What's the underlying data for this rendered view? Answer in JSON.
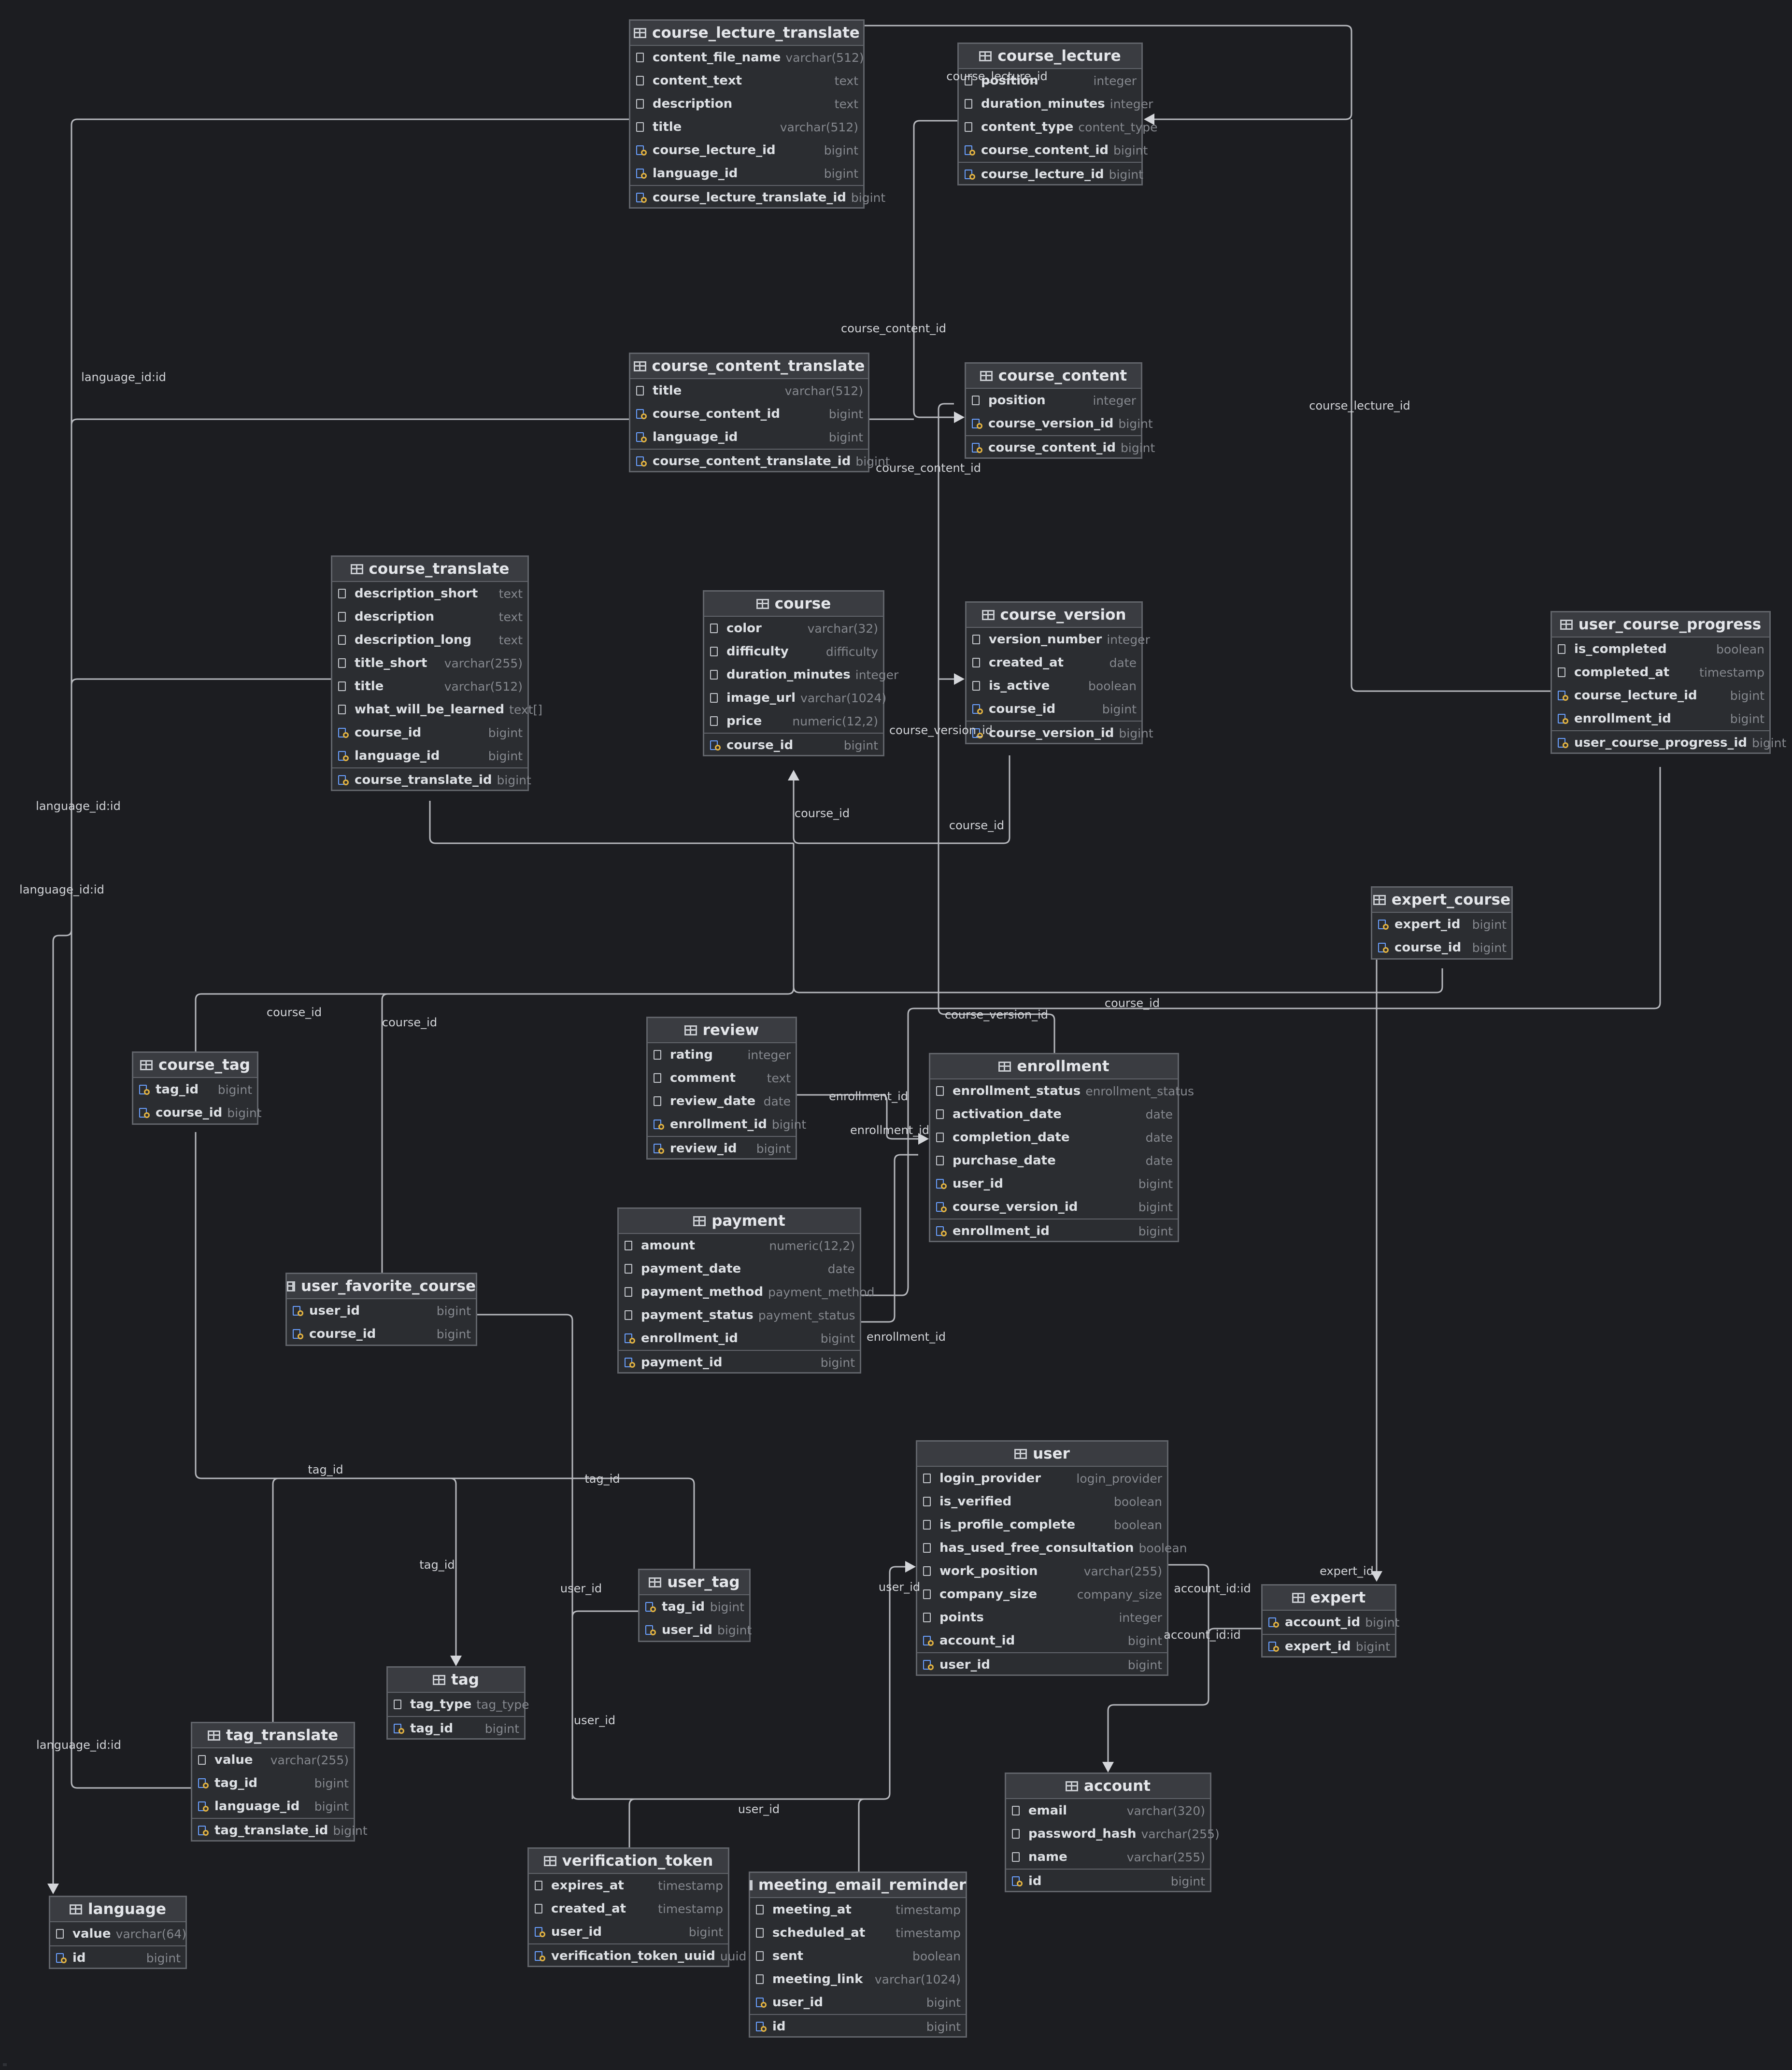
{
  "diagram": {
    "tables": [
      {
        "name": "course_lecture_translate",
        "columns": [
          {
            "name": "content_file_name",
            "type": "varchar(512)",
            "key": ""
          },
          {
            "name": "content_text",
            "type": "text",
            "key": ""
          },
          {
            "name": "description",
            "type": "text",
            "key": ""
          },
          {
            "name": "title",
            "type": "varchar(512)",
            "key": ""
          },
          {
            "name": "course_lecture_id",
            "type": "bigint",
            "key": "fk"
          },
          {
            "name": "language_id",
            "type": "bigint",
            "key": "fk"
          },
          {
            "name": "course_lecture_translate_id",
            "type": "bigint",
            "key": "pk"
          }
        ]
      },
      {
        "name": "course_lecture",
        "columns": [
          {
            "name": "position",
            "type": "integer",
            "key": ""
          },
          {
            "name": "duration_minutes",
            "type": "integer",
            "key": ""
          },
          {
            "name": "content_type",
            "type": "content_type",
            "key": ""
          },
          {
            "name": "course_content_id",
            "type": "bigint",
            "key": "fk"
          },
          {
            "name": "course_lecture_id",
            "type": "bigint",
            "key": "pk"
          }
        ]
      },
      {
        "name": "course_content_translate",
        "columns": [
          {
            "name": "title",
            "type": "varchar(512)",
            "key": ""
          },
          {
            "name": "course_content_id",
            "type": "bigint",
            "key": "fk"
          },
          {
            "name": "language_id",
            "type": "bigint",
            "key": "fk"
          },
          {
            "name": "course_content_translate_id",
            "type": "bigint",
            "key": "pk"
          }
        ]
      },
      {
        "name": "course_content",
        "columns": [
          {
            "name": "position",
            "type": "integer",
            "key": ""
          },
          {
            "name": "course_version_id",
            "type": "bigint",
            "key": "fk"
          },
          {
            "name": "course_content_id",
            "type": "bigint",
            "key": "pk"
          }
        ]
      },
      {
        "name": "course_translate",
        "columns": [
          {
            "name": "description_short",
            "type": "text",
            "key": ""
          },
          {
            "name": "description",
            "type": "text",
            "key": ""
          },
          {
            "name": "description_long",
            "type": "text",
            "key": ""
          },
          {
            "name": "title_short",
            "type": "varchar(255)",
            "key": ""
          },
          {
            "name": "title",
            "type": "varchar(512)",
            "key": ""
          },
          {
            "name": "what_will_be_learned",
            "type": "text[]",
            "key": ""
          },
          {
            "name": "course_id",
            "type": "bigint",
            "key": "fk"
          },
          {
            "name": "language_id",
            "type": "bigint",
            "key": "fk"
          },
          {
            "name": "course_translate_id",
            "type": "bigint",
            "key": "pk"
          }
        ]
      },
      {
        "name": "course",
        "columns": [
          {
            "name": "color",
            "type": "varchar(32)",
            "key": ""
          },
          {
            "name": "difficulty",
            "type": "difficulty",
            "key": ""
          },
          {
            "name": "duration_minutes",
            "type": "integer",
            "key": ""
          },
          {
            "name": "image_url",
            "type": "varchar(1024)",
            "key": ""
          },
          {
            "name": "price",
            "type": "numeric(12,2)",
            "key": ""
          },
          {
            "name": "course_id",
            "type": "bigint",
            "key": "pk"
          }
        ]
      },
      {
        "name": "course_version",
        "columns": [
          {
            "name": "version_number",
            "type": "integer",
            "key": ""
          },
          {
            "name": "created_at",
            "type": "date",
            "key": ""
          },
          {
            "name": "is_active",
            "type": "boolean",
            "key": ""
          },
          {
            "name": "course_id",
            "type": "bigint",
            "key": "fk"
          },
          {
            "name": "course_version_id",
            "type": "bigint",
            "key": "pk"
          }
        ]
      },
      {
        "name": "user_course_progress",
        "columns": [
          {
            "name": "is_completed",
            "type": "boolean",
            "key": ""
          },
          {
            "name": "completed_at",
            "type": "timestamp",
            "key": ""
          },
          {
            "name": "course_lecture_id",
            "type": "bigint",
            "key": "fk"
          },
          {
            "name": "enrollment_id",
            "type": "bigint",
            "key": "fk"
          },
          {
            "name": "user_course_progress_id",
            "type": "bigint",
            "key": "pk"
          }
        ]
      },
      {
        "name": "expert_course",
        "columns": [
          {
            "name": "expert_id",
            "type": "bigint",
            "key": "fk"
          },
          {
            "name": "course_id",
            "type": "bigint",
            "key": "fk"
          }
        ]
      },
      {
        "name": "course_tag",
        "columns": [
          {
            "name": "tag_id",
            "type": "bigint",
            "key": "fk"
          },
          {
            "name": "course_id",
            "type": "bigint",
            "key": "fk"
          }
        ]
      },
      {
        "name": "review",
        "columns": [
          {
            "name": "rating",
            "type": "integer",
            "key": ""
          },
          {
            "name": "comment",
            "type": "text",
            "key": ""
          },
          {
            "name": "review_date",
            "type": "date",
            "key": ""
          },
          {
            "name": "enrollment_id",
            "type": "bigint",
            "key": "fk"
          },
          {
            "name": "review_id",
            "type": "bigint",
            "key": "pk"
          }
        ]
      },
      {
        "name": "enrollment",
        "columns": [
          {
            "name": "enrollment_status",
            "type": "enrollment_status",
            "key": ""
          },
          {
            "name": "activation_date",
            "type": "date",
            "key": ""
          },
          {
            "name": "completion_date",
            "type": "date",
            "key": ""
          },
          {
            "name": "purchase_date",
            "type": "date",
            "key": ""
          },
          {
            "name": "user_id",
            "type": "bigint",
            "key": "fk"
          },
          {
            "name": "course_version_id",
            "type": "bigint",
            "key": "fk"
          },
          {
            "name": "enrollment_id",
            "type": "bigint",
            "key": "pk"
          }
        ]
      },
      {
        "name": "payment",
        "columns": [
          {
            "name": "amount",
            "type": "numeric(12,2)",
            "key": ""
          },
          {
            "name": "payment_date",
            "type": "date",
            "key": ""
          },
          {
            "name": "payment_method",
            "type": "payment_method",
            "key": ""
          },
          {
            "name": "payment_status",
            "type": "payment_status",
            "key": ""
          },
          {
            "name": "enrollment_id",
            "type": "bigint",
            "key": "fk"
          },
          {
            "name": "payment_id",
            "type": "bigint",
            "key": "pk"
          }
        ]
      },
      {
        "name": "user_favorite_course",
        "columns": [
          {
            "name": "user_id",
            "type": "bigint",
            "key": "fk"
          },
          {
            "name": "course_id",
            "type": "bigint",
            "key": "fk"
          }
        ]
      },
      {
        "name": "user",
        "columns": [
          {
            "name": "login_provider",
            "type": "login_provider",
            "key": ""
          },
          {
            "name": "is_verified",
            "type": "boolean",
            "key": ""
          },
          {
            "name": "is_profile_complete",
            "type": "boolean",
            "key": ""
          },
          {
            "name": "has_used_free_consultation",
            "type": "boolean",
            "key": ""
          },
          {
            "name": "work_position",
            "type": "varchar(255)",
            "key": ""
          },
          {
            "name": "company_size",
            "type": "company_size",
            "key": ""
          },
          {
            "name": "points",
            "type": "integer",
            "key": ""
          },
          {
            "name": "account_id",
            "type": "bigint",
            "key": "fk"
          },
          {
            "name": "user_id",
            "type": "bigint",
            "key": "pk"
          }
        ]
      },
      {
        "name": "expert",
        "columns": [
          {
            "name": "account_id",
            "type": "bigint",
            "key": "fk"
          },
          {
            "name": "expert_id",
            "type": "bigint",
            "key": "pk"
          }
        ]
      },
      {
        "name": "user_tag",
        "columns": [
          {
            "name": "tag_id",
            "type": "bigint",
            "key": "fk"
          },
          {
            "name": "user_id",
            "type": "bigint",
            "key": "fk"
          }
        ]
      },
      {
        "name": "tag",
        "columns": [
          {
            "name": "tag_type",
            "type": "tag_type",
            "key": ""
          },
          {
            "name": "tag_id",
            "type": "bigint",
            "key": "pk"
          }
        ]
      },
      {
        "name": "tag_translate",
        "columns": [
          {
            "name": "value",
            "type": "varchar(255)",
            "key": ""
          },
          {
            "name": "tag_id",
            "type": "bigint",
            "key": "fk"
          },
          {
            "name": "language_id",
            "type": "bigint",
            "key": "fk"
          },
          {
            "name": "tag_translate_id",
            "type": "bigint",
            "key": "pk"
          }
        ]
      },
      {
        "name": "account",
        "columns": [
          {
            "name": "email",
            "type": "varchar(320)",
            "key": ""
          },
          {
            "name": "password_hash",
            "type": "varchar(255)",
            "key": ""
          },
          {
            "name": "name",
            "type": "varchar(255)",
            "key": ""
          },
          {
            "name": "id",
            "type": "bigint",
            "key": "pk"
          }
        ]
      },
      {
        "name": "verification_token",
        "columns": [
          {
            "name": "expires_at",
            "type": "timestamp",
            "key": ""
          },
          {
            "name": "created_at",
            "type": "timestamp",
            "key": ""
          },
          {
            "name": "user_id",
            "type": "bigint",
            "key": "fk"
          },
          {
            "name": "verification_token_uuid",
            "type": "uuid",
            "key": "pk"
          }
        ]
      },
      {
        "name": "meeting_email_reminder",
        "columns": [
          {
            "name": "meeting_at",
            "type": "timestamp",
            "key": ""
          },
          {
            "name": "scheduled_at",
            "type": "timestamp",
            "key": ""
          },
          {
            "name": "sent",
            "type": "boolean",
            "key": ""
          },
          {
            "name": "meeting_link",
            "type": "varchar(1024)",
            "key": ""
          },
          {
            "name": "user_id",
            "type": "bigint",
            "key": "fk"
          },
          {
            "name": "id",
            "type": "bigint",
            "key": "pk"
          }
        ]
      },
      {
        "name": "language",
        "columns": [
          {
            "name": "value",
            "type": "varchar(64)",
            "key": ""
          },
          {
            "name": "id",
            "type": "bigint",
            "key": "pk"
          }
        ]
      }
    ],
    "edge_labels": [
      "course_lecture_id",
      "language_id:id",
      "course_content_id",
      "course_content_id",
      "course_lecture_id",
      "language_id:id",
      "language_id:id",
      "course_version_id",
      "course_id",
      "course_id",
      "course_id",
      "course_id",
      "course_id",
      "course_version_id",
      "enrollment_id",
      "enrollment_id",
      "enrollment_id",
      "tag_id",
      "tag_id",
      "tag_id",
      "user_id",
      "user_id",
      "user_id",
      "user_id",
      "account_id:id",
      "account_id:id",
      "expert_id",
      "language_id:id"
    ]
  }
}
